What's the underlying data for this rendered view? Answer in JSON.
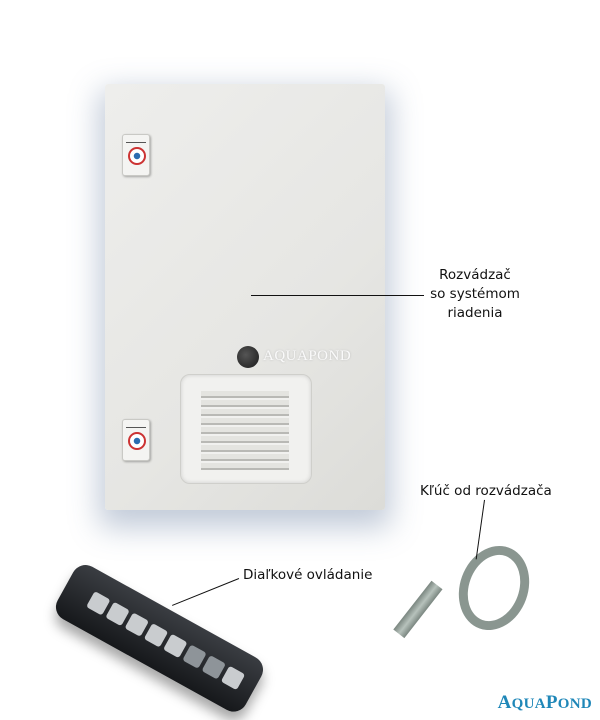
{
  "labels": {
    "cabinet_line1": "Rozvádzač",
    "cabinet_line2": "so systémom",
    "cabinet_line3": "riadenia",
    "key": "Kľúč od rozvádzača",
    "remote": "Diaľkové ovládanie"
  },
  "branding": {
    "door_logo": "AQUAPOND",
    "corner_logo_a": "A",
    "corner_logo_b": "QUA",
    "corner_logo_c": "P",
    "corner_logo_d": "OND",
    "logo_color": "#1f87b8"
  }
}
